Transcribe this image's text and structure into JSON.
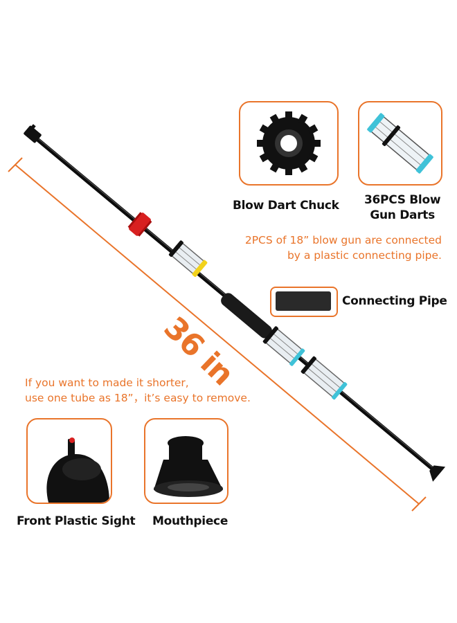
{
  "dimension": {
    "value": "36 in"
  },
  "callouts": {
    "blow_dart_chuck": "Blow Dart Chuck",
    "blow_gun_darts_line1": "36PCS Blow",
    "blow_gun_darts_line2": "Gun Darts",
    "connecting_pipe": "Connecting Pipe",
    "front_sight": "Front Plastic Sight",
    "mouthpiece": "Mouthpiece"
  },
  "notes": {
    "connection_line1": "2PCS of 18”  blow gun are connected",
    "connection_line2": "by a plastic connecting pipe.",
    "shorten_line1": "If you want to made it shorter,",
    "shorten_line2": "use one tube as 18”，it’s easy to remove."
  },
  "colors": {
    "accent": "#e9742a",
    "tube": "#111111",
    "chuck_red": "#d82020",
    "chuck_yellow": "#f2d21b",
    "dart_tip": "#3fc2d8"
  }
}
